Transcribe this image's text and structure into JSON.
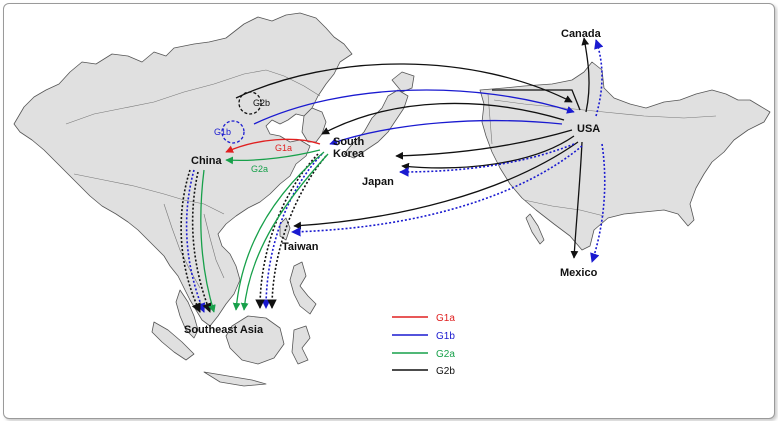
{
  "places": {
    "china": "China",
    "south_korea_line1": "South",
    "south_korea_line2": "Korea",
    "japan": "Japan",
    "taiwan": "Taiwan",
    "southeast_asia": "Southeast Asia",
    "usa": "USA",
    "canada": "Canada",
    "mexico": "Mexico"
  },
  "flow_labels": {
    "g1a": "G1a",
    "g1b": "G1b",
    "g2a": "G2a",
    "g2b": "G2b"
  },
  "legend": [
    {
      "label": "G1a",
      "color": "#e02020"
    },
    {
      "label": "G1b",
      "color": "#1a1ad0"
    },
    {
      "label": "G2a",
      "color": "#17a04a"
    },
    {
      "label": "G2b",
      "color": "#111111"
    }
  ],
  "colors": {
    "land": "#e0e0e0",
    "border": "#555555",
    "ocean": "#ffffff"
  }
}
